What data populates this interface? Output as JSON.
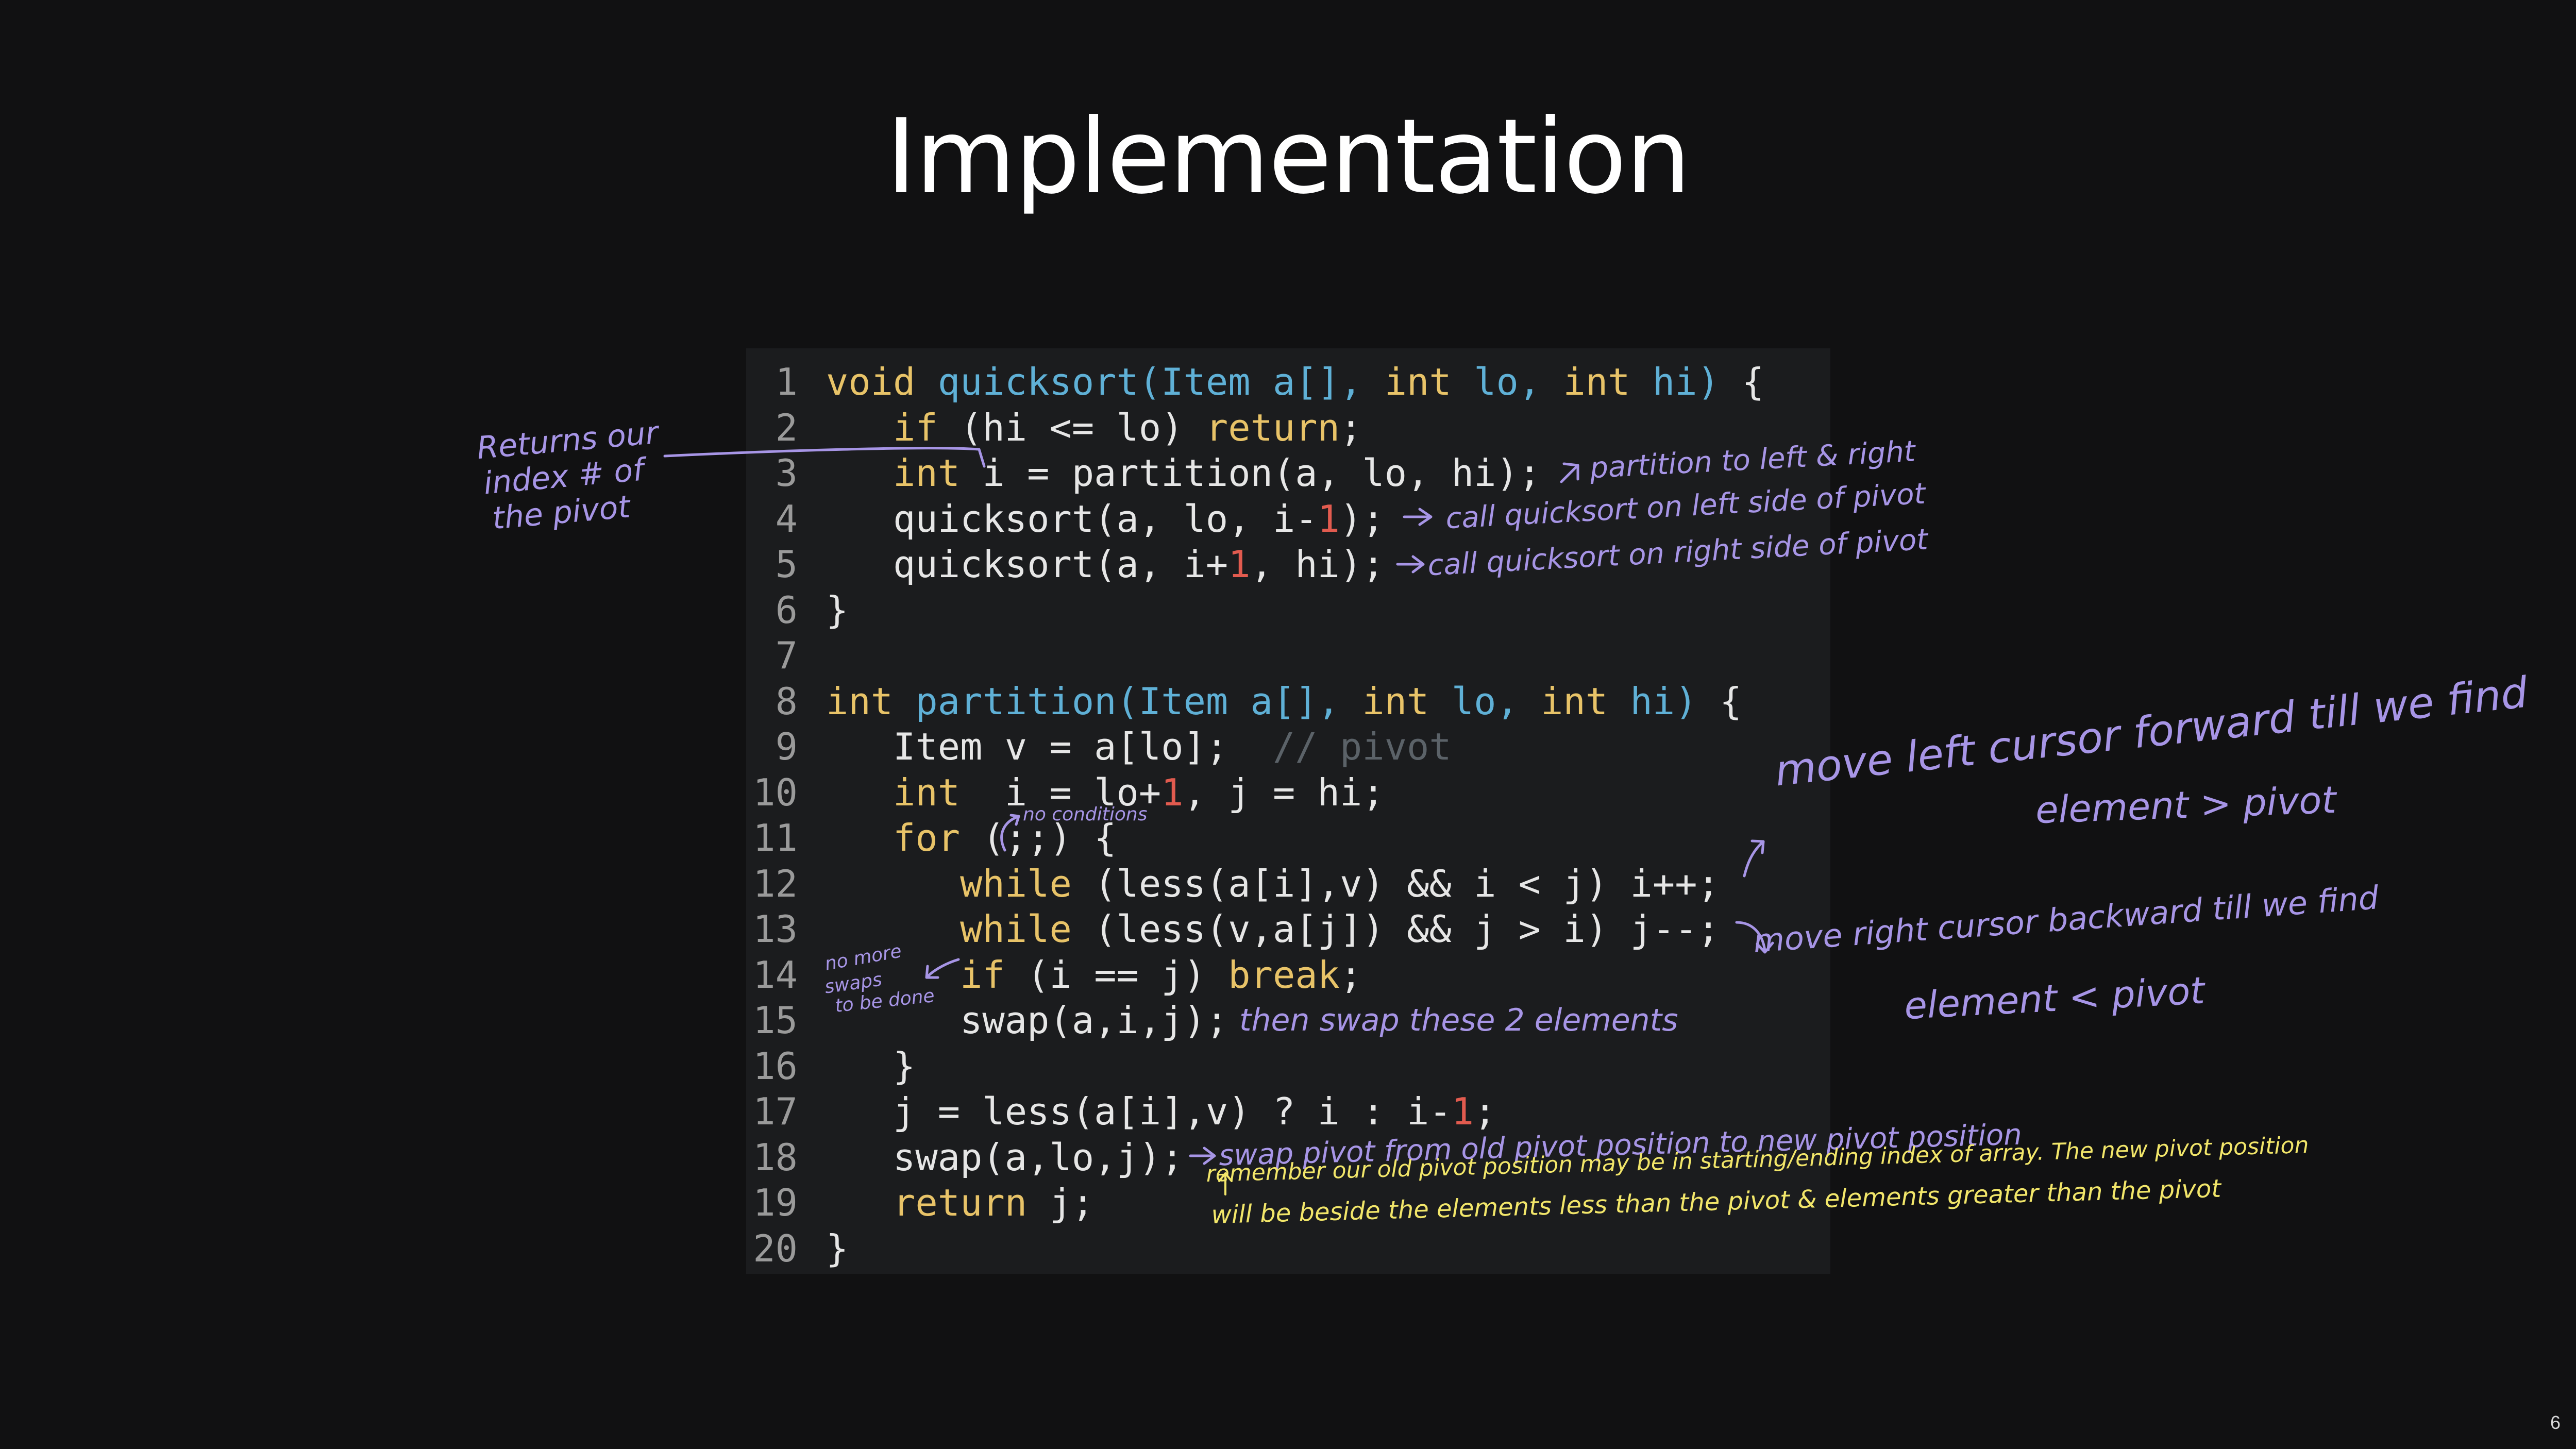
{
  "slide": {
    "title": "Implementation",
    "page_number": "6"
  },
  "code": {
    "lines": [
      {
        "n": "1",
        "tokens": [
          {
            "t": "void",
            "c": "kw"
          },
          {
            "t": " "
          },
          {
            "t": "quicksort(Item a[], ",
            "c": "fn"
          },
          {
            "t": "int",
            "c": "kw"
          },
          {
            "t": " lo, ",
            "c": "fn"
          },
          {
            "t": "int",
            "c": "kw"
          },
          {
            "t": " hi)",
            "c": "fn"
          },
          {
            "t": " {"
          }
        ]
      },
      {
        "n": "2",
        "tokens": [
          {
            "t": "   "
          },
          {
            "t": "if",
            "c": "kw"
          },
          {
            "t": " (hi <= lo) "
          },
          {
            "t": "return",
            "c": "kw"
          },
          {
            "t": ";"
          }
        ]
      },
      {
        "n": "3",
        "tokens": [
          {
            "t": "   "
          },
          {
            "t": "int",
            "c": "kw"
          },
          {
            "t": " i = partition(a, lo, hi);"
          }
        ]
      },
      {
        "n": "4",
        "tokens": [
          {
            "t": "   quicksort(a, lo, i-"
          },
          {
            "t": "1",
            "c": "num"
          },
          {
            "t": ");"
          }
        ]
      },
      {
        "n": "5",
        "tokens": [
          {
            "t": "   quicksort(a, i+"
          },
          {
            "t": "1",
            "c": "num"
          },
          {
            "t": ", hi);"
          }
        ]
      },
      {
        "n": "6",
        "tokens": [
          {
            "t": "}"
          }
        ]
      },
      {
        "n": "7",
        "tokens": []
      },
      {
        "n": "8",
        "tokens": [
          {
            "t": "int",
            "c": "kw"
          },
          {
            "t": " "
          },
          {
            "t": "partition(Item a[], ",
            "c": "fn"
          },
          {
            "t": "int",
            "c": "kw"
          },
          {
            "t": " lo, ",
            "c": "fn"
          },
          {
            "t": "int",
            "c": "kw"
          },
          {
            "t": " hi)",
            "c": "fn"
          },
          {
            "t": " {"
          }
        ]
      },
      {
        "n": "9",
        "tokens": [
          {
            "t": "   Item v = a[lo];  "
          },
          {
            "t": "// pivot",
            "c": "cm"
          }
        ]
      },
      {
        "n": "10",
        "tokens": [
          {
            "t": "   "
          },
          {
            "t": "int",
            "c": "kw"
          },
          {
            "t": "  i = lo+"
          },
          {
            "t": "1",
            "c": "num"
          },
          {
            "t": ", j = hi;"
          }
        ]
      },
      {
        "n": "11",
        "tokens": [
          {
            "t": "   "
          },
          {
            "t": "for",
            "c": "kw"
          },
          {
            "t": " (;;) {"
          }
        ]
      },
      {
        "n": "12",
        "tokens": [
          {
            "t": "      "
          },
          {
            "t": "while",
            "c": "kw"
          },
          {
            "t": " (less(a[i],v) && i < j) i++;"
          }
        ]
      },
      {
        "n": "13",
        "tokens": [
          {
            "t": "      "
          },
          {
            "t": "while",
            "c": "kw"
          },
          {
            "t": " (less(v,a[j]) && j > i) j--;"
          }
        ]
      },
      {
        "n": "14",
        "tokens": [
          {
            "t": "      "
          },
          {
            "t": "if",
            "c": "kw"
          },
          {
            "t": " (i == j) "
          },
          {
            "t": "break",
            "c": "kw"
          },
          {
            "t": ";"
          }
        ]
      },
      {
        "n": "15",
        "tokens": [
          {
            "t": "      swap(a,i,j);"
          }
        ]
      },
      {
        "n": "16",
        "tokens": [
          {
            "t": "   }"
          }
        ]
      },
      {
        "n": "17",
        "tokens": [
          {
            "t": "   j = less(a[i],v) ? i : i-"
          },
          {
            "t": "1",
            "c": "num"
          },
          {
            "t": ";"
          }
        ]
      },
      {
        "n": "18",
        "tokens": [
          {
            "t": "   swap(a,lo,j);"
          }
        ]
      },
      {
        "n": "19",
        "tokens": [
          {
            "t": "   "
          },
          {
            "t": "return",
            "c": "kw"
          },
          {
            "t": " j;"
          }
        ]
      },
      {
        "n": "20",
        "tokens": [
          {
            "t": "}"
          }
        ]
      }
    ]
  },
  "annotations": {
    "returns_index": [
      "Returns our",
      "index # of",
      "the pivot"
    ],
    "partition": "partition to left & right",
    "call_left": "call quicksort on left side of pivot",
    "call_right": "call quicksort on right side of pivot",
    "no_conditions": "no conditions",
    "move_left": [
      "move left cursor forward till we find",
      "element > pivot"
    ],
    "move_right": [
      "move right cursor backward till we find",
      "element < pivot"
    ],
    "no_more_swaps": [
      "no more",
      "swaps",
      "to be done"
    ],
    "then_swap": "then swap these 2 elements",
    "swap_pivot": "swap pivot from old pivot position to new pivot position",
    "remember": [
      "remember our old pivot position may be in starting/ending index of array. The new pivot position",
      "will be beside the elements less than the pivot & elements greater than the pivot"
    ]
  },
  "colors": {
    "background": "#111112",
    "code_background": "#1b1c1e",
    "keyword": "#e8c368",
    "function": "#5fb0d6",
    "number": "#e25b4f",
    "comment": "#5b6268",
    "annotation_purple": "#a795e6",
    "annotation_yellow": "#f2e66a"
  }
}
